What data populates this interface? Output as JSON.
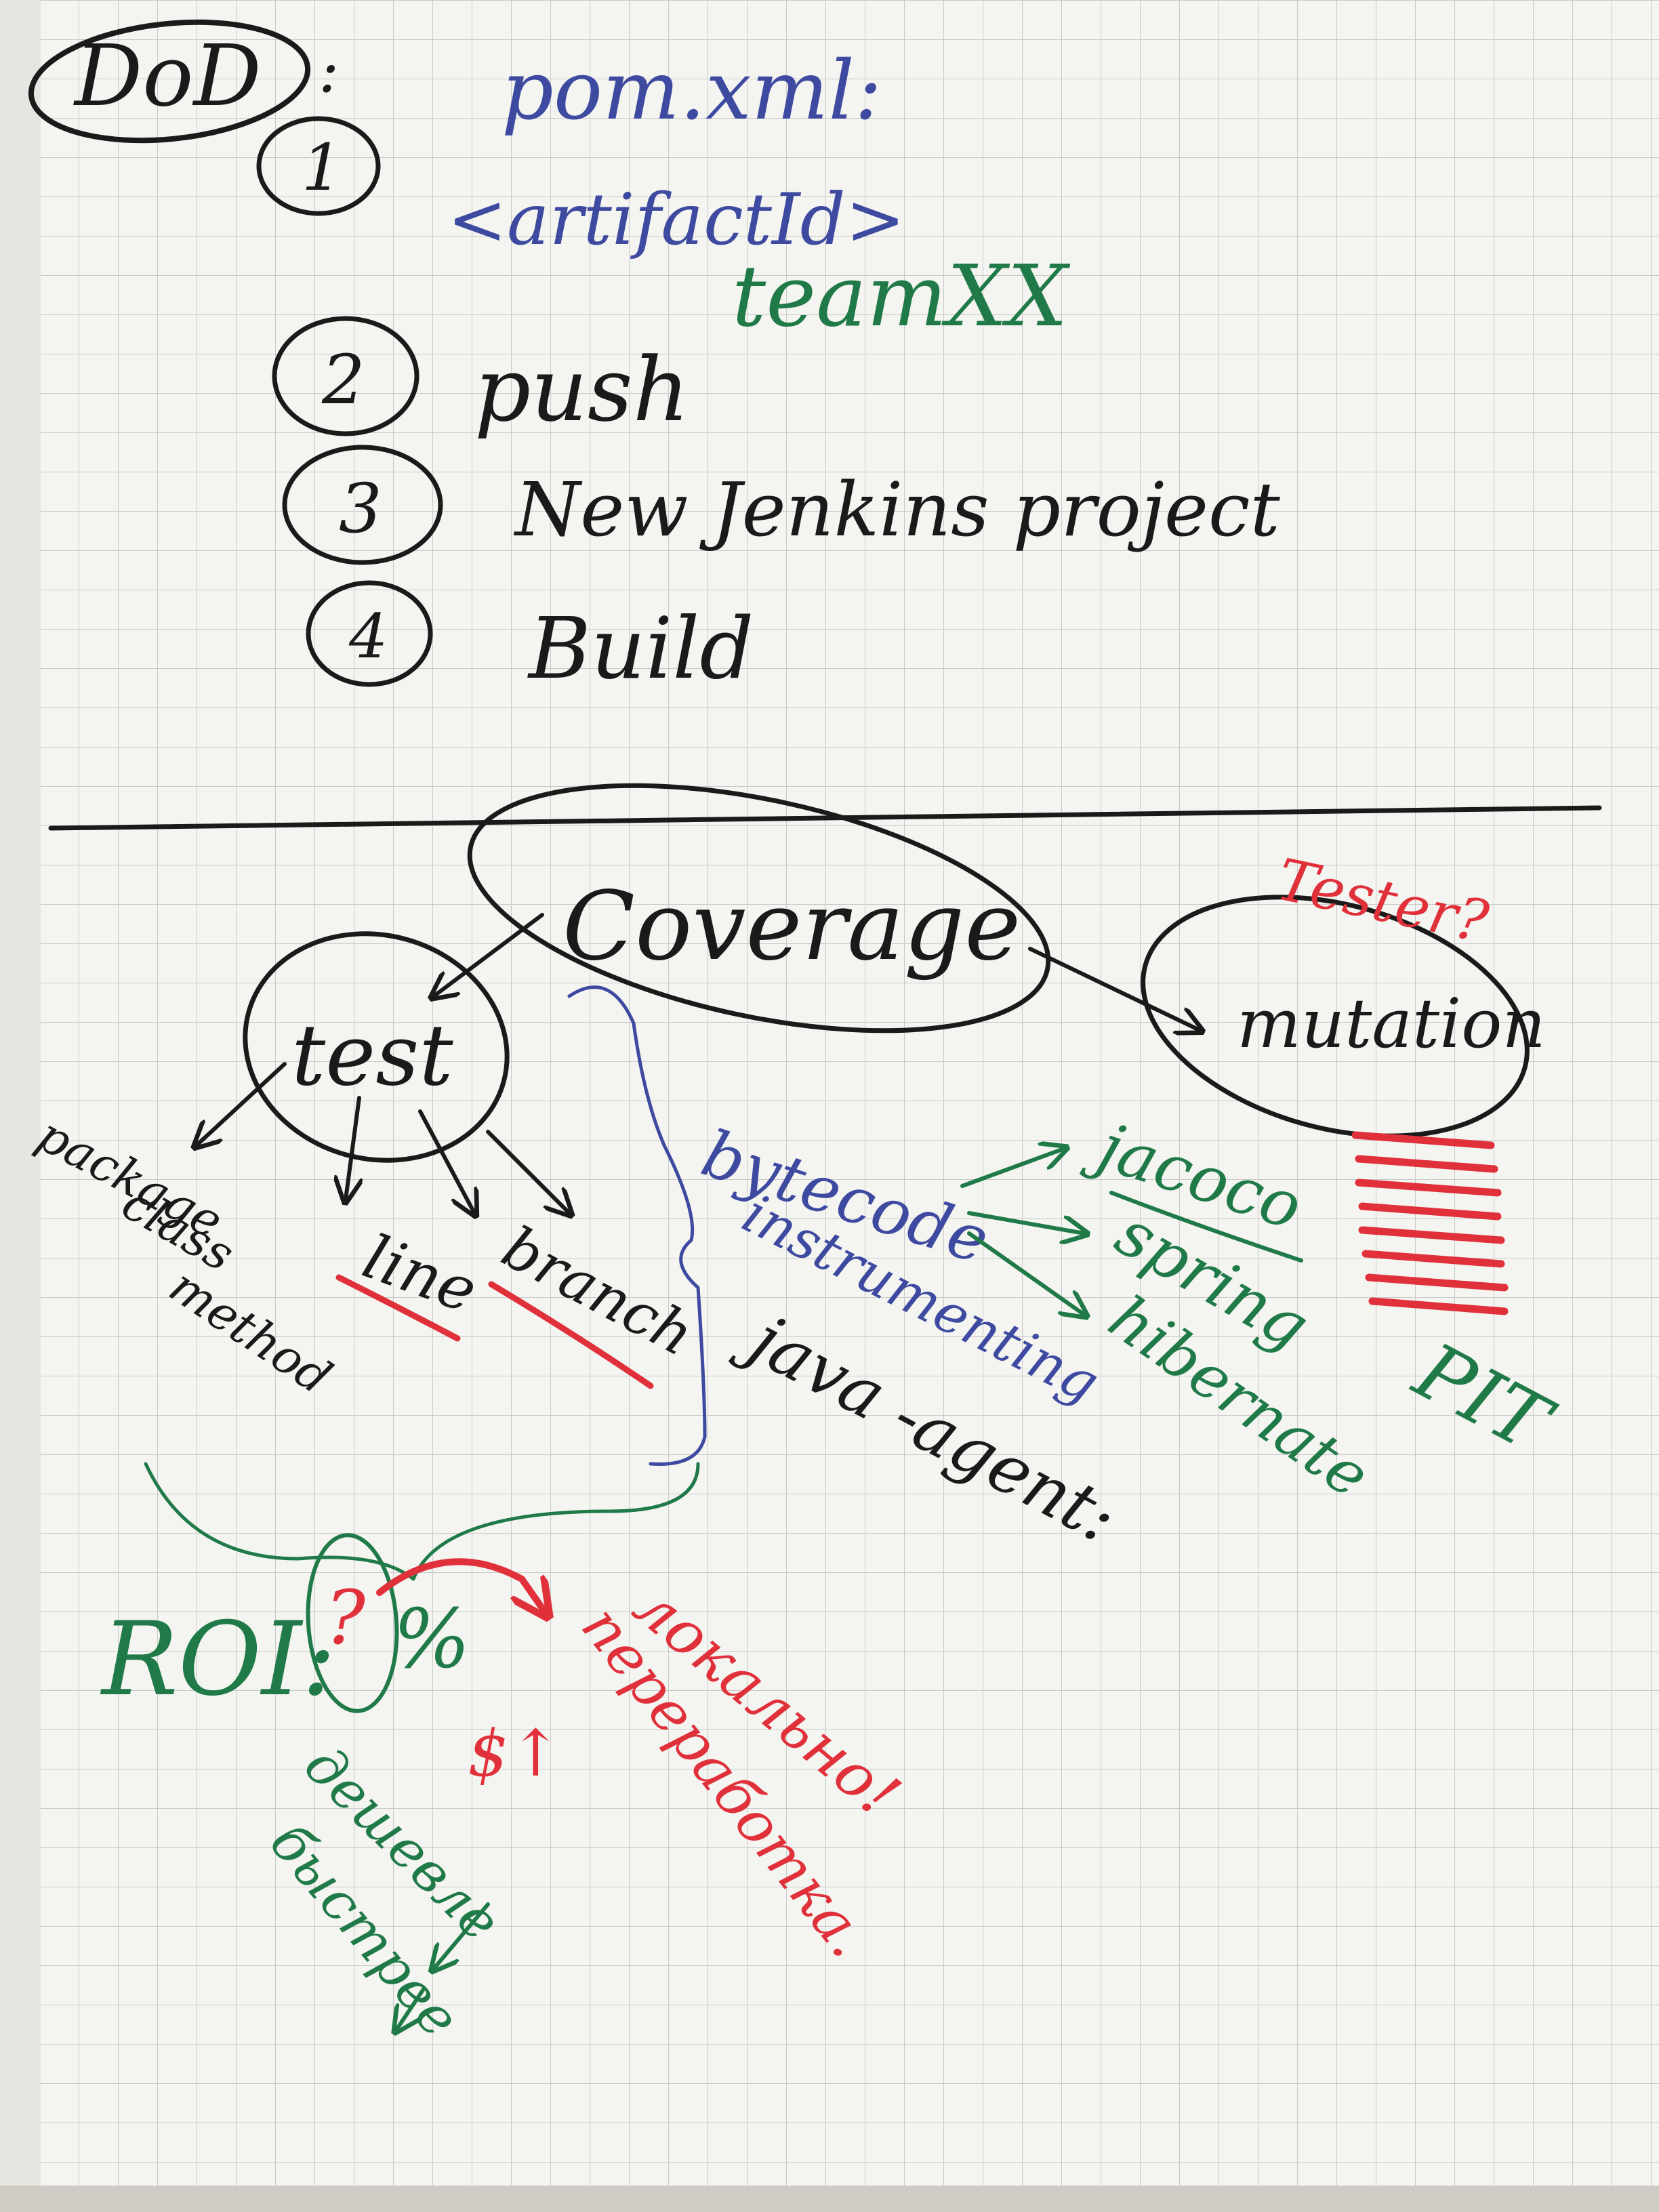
{
  "dod": {
    "title": "DoD",
    "colon": ":",
    "steps": [
      {
        "num": "1",
        "lines": [
          "pom.xml:",
          "<artifactId>"
        ],
        "extra": "teamXX"
      },
      {
        "num": "2",
        "lines": [
          "push"
        ]
      },
      {
        "num": "3",
        "lines": [
          "New Jenkins project"
        ]
      },
      {
        "num": "4",
        "lines": [
          "Build"
        ]
      }
    ]
  },
  "coverage": {
    "root": "Coverage",
    "test": "test",
    "mutation": "mutation",
    "tester": "Tester?",
    "kinds": [
      "package",
      "class",
      "method"
    ],
    "line": "line",
    "branch": "branch",
    "bytecode": "bytecode",
    "instrumenting": "instrumenting",
    "javaagent": "java -agent:",
    "tools": [
      "jacoco",
      "spring",
      "hibernate"
    ],
    "pit": "PIT"
  },
  "roi": {
    "label": "ROI:",
    "q": "?",
    "pct": "%",
    "money": "$↑",
    "local": "локально!",
    "refactor": "переработка.",
    "cheap": "дешевле",
    "faster": "быстрее"
  },
  "colors": {
    "black": "#1a1a1a",
    "blue": "#3d4aa0",
    "green": "#1f7a48",
    "red": "#e0303a",
    "grid": "#c9c9c9",
    "paper": "#f4f4f1"
  }
}
